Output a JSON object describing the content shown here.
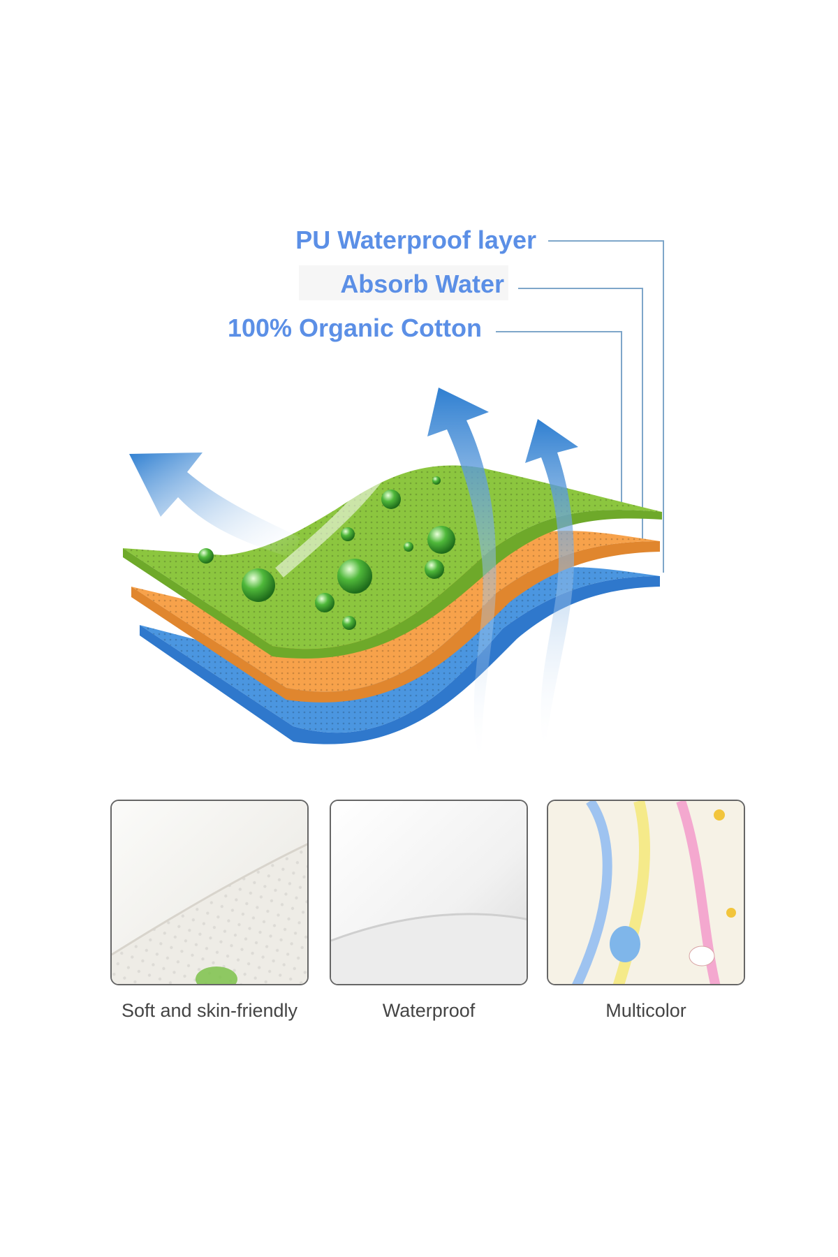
{
  "layers": {
    "pu_label": "PU Waterproof layer",
    "absorb_label": "Absorb Water",
    "cotton_label": "100% Organic Cotton"
  },
  "features": [
    {
      "caption": "Soft and skin-friendly"
    },
    {
      "caption": "Waterproof"
    },
    {
      "caption": "Multicolor"
    }
  ],
  "colors": {
    "label_blue": "#5b8fe6",
    "layer_green": "#8cc63f",
    "layer_orange": "#f5a04a",
    "layer_blue": "#3a86d4",
    "arrow_blue": "#2f7fd1"
  }
}
